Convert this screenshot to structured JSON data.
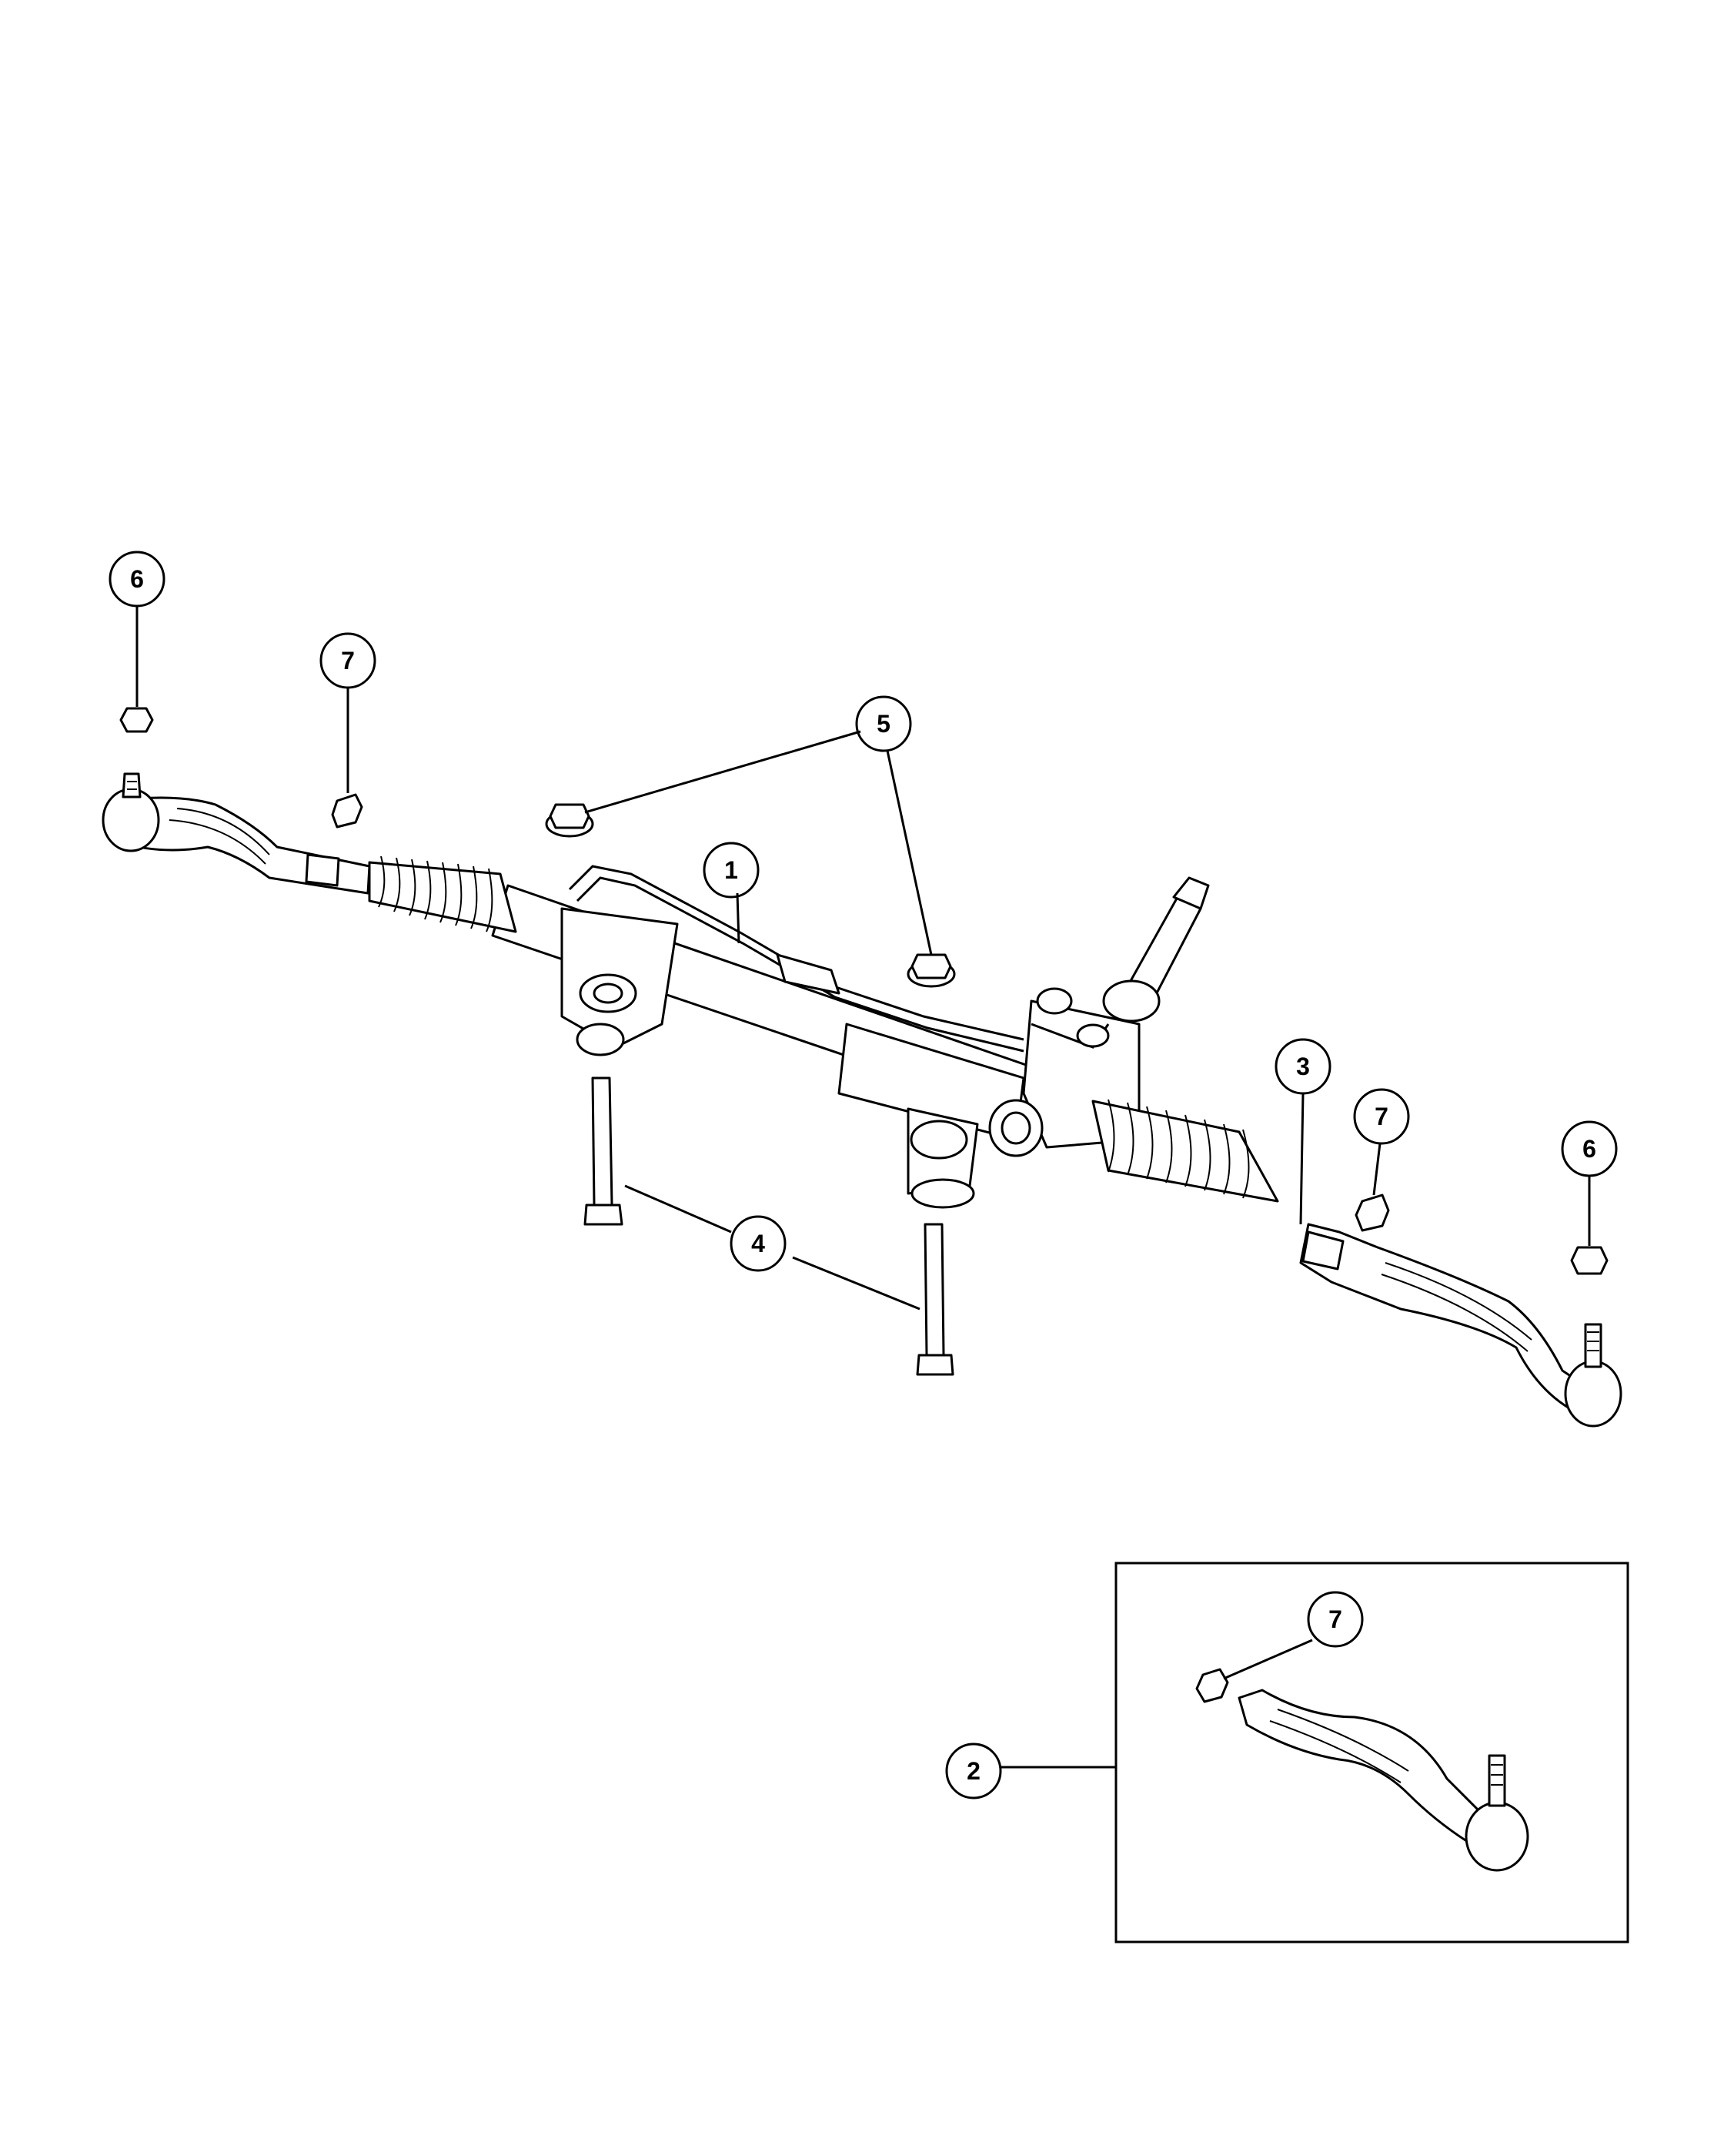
{
  "callouts": {
    "c1": "1",
    "c2": "2",
    "c3": "3",
    "c4": "4",
    "c5": "5",
    "c6_left": "6",
    "c6_right": "6",
    "c7_left": "7",
    "c7_right": "7",
    "c7_inset": "7"
  },
  "colors": {
    "line": "#000000",
    "background": "#ffffff"
  }
}
